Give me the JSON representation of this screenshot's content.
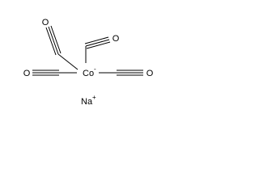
{
  "molecule": {
    "center_atom": "Co",
    "center_charge": "-",
    "ligand_atom": "O",
    "counter_ion": "Na",
    "counter_charge": "+",
    "line_color": "#000000",
    "background_color": "#ffffff"
  }
}
